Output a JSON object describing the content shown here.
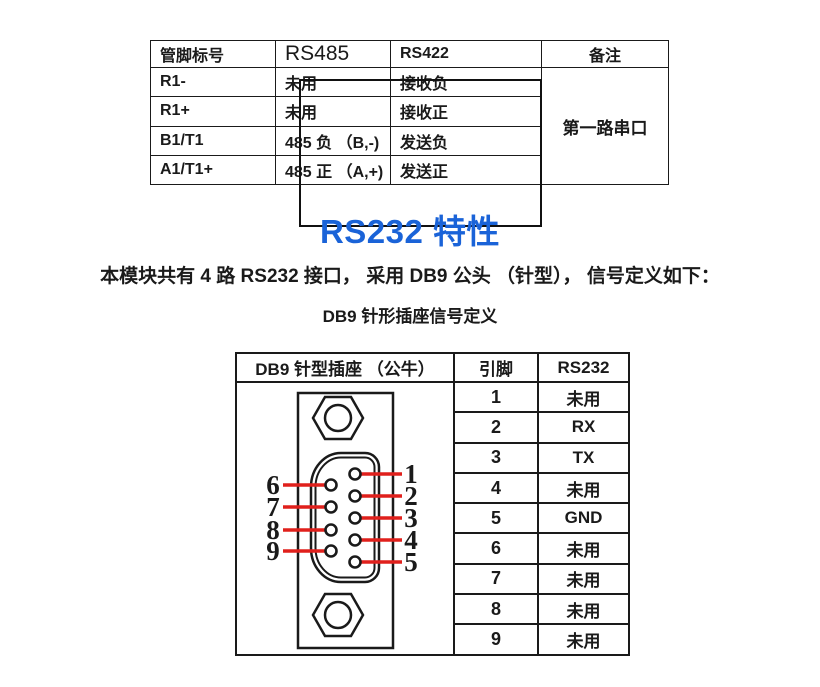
{
  "colors": {
    "accent_blue": "#1A63D8",
    "leader_red": "#E0201C",
    "ink": "#1a1a1a"
  },
  "pin_table": {
    "headers": [
      "管脚标号",
      "RS485",
      "RS422",
      "备注"
    ],
    "rows": [
      [
        "R1-",
        "未用",
        "接收负"
      ],
      [
        "R1+",
        "未用",
        "接收正"
      ],
      [
        "B1/T1",
        "485 负 （B,-)",
        "发送负"
      ],
      [
        "A1/T1+",
        "485 正 （A,+)",
        "发送正"
      ]
    ],
    "note": "第一路串口"
  },
  "section": {
    "title": "RS232 特性",
    "intro": "本模块共有 4 路 RS232 接口， 采用 DB9 公头 （针型）， 信号定义如下：",
    "subtitle": "DB9 针形插座信号定义"
  },
  "db9_table": {
    "connector_header": "DB9 针型插座 （公牛）",
    "pin_header": "引脚",
    "signal_header": "RS232",
    "rows": [
      [
        "1",
        "未用"
      ],
      [
        "2",
        "RX"
      ],
      [
        "3",
        "TX"
      ],
      [
        "4",
        "未用"
      ],
      [
        "5",
        "GND"
      ],
      [
        "6",
        "未用"
      ],
      [
        "7",
        "未用"
      ],
      [
        "8",
        "未用"
      ],
      [
        "9",
        "未用"
      ]
    ]
  },
  "connector": {
    "right_pin_labels": [
      "1",
      "2",
      "3",
      "4",
      "5"
    ],
    "left_pin_labels": [
      "6",
      "7",
      "8",
      "9"
    ]
  }
}
